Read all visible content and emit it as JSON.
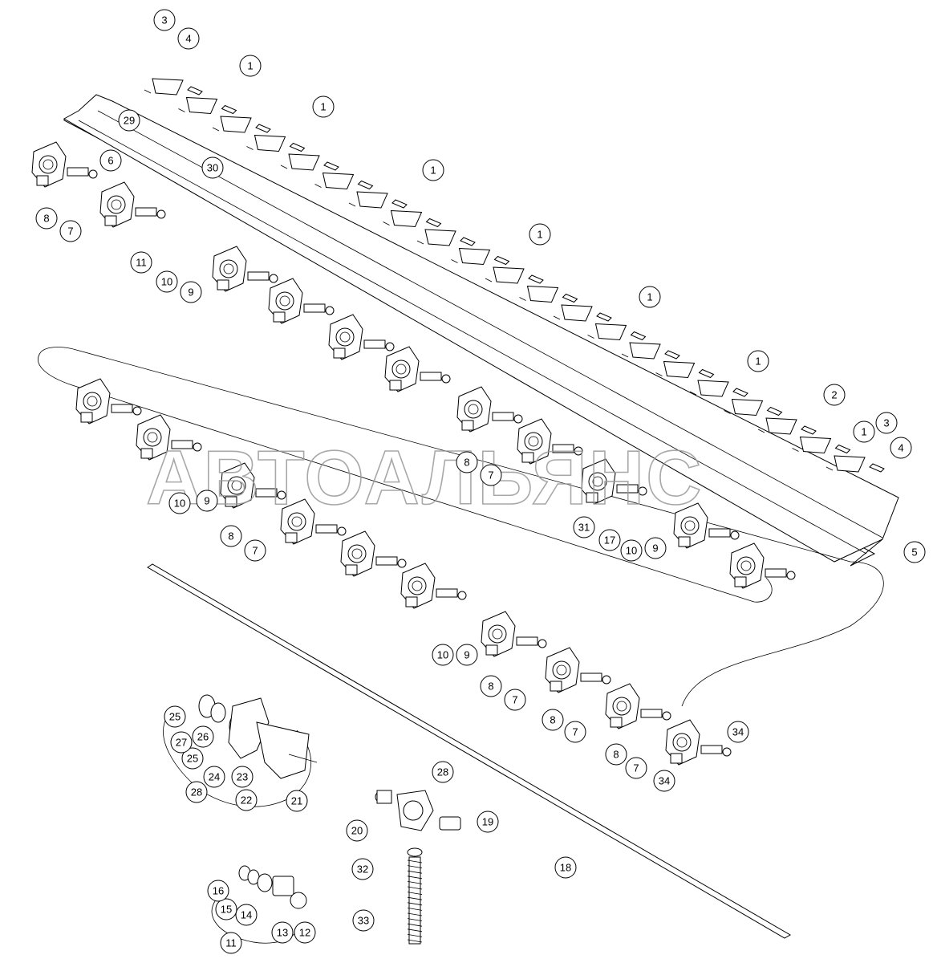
{
  "watermark": "АВТОАЛЬЯНС",
  "callouts": [
    "1",
    "2",
    "3",
    "4",
    "5",
    "6",
    "7",
    "8",
    "9",
    "10",
    "11",
    "12",
    "13",
    "14",
    "15",
    "16",
    "17",
    "18",
    "19",
    "20",
    "21",
    "22",
    "23",
    "24",
    "25",
    "26",
    "27",
    "28",
    "29",
    "30",
    "31",
    "32",
    "33",
    "34"
  ]
}
